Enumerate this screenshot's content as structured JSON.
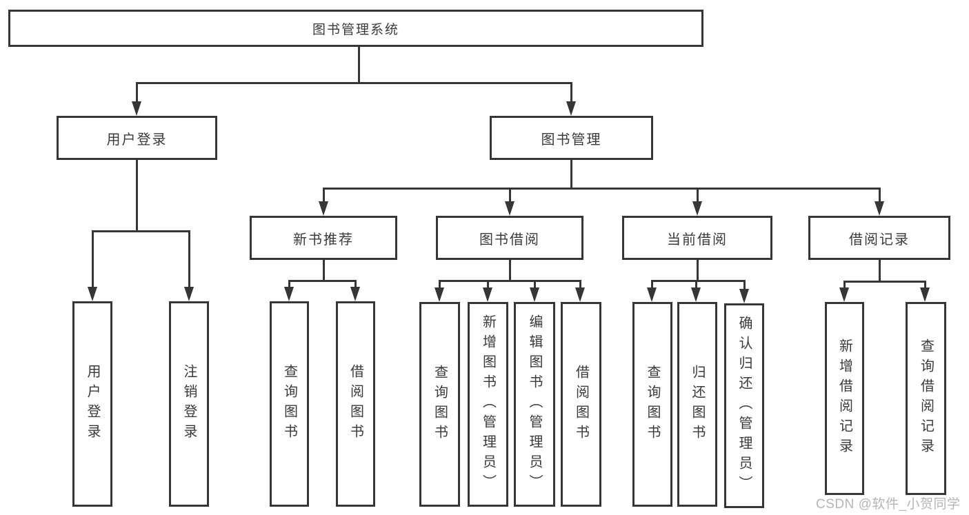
{
  "tree": {
    "label": "图书管理系统",
    "children": [
      {
        "label": "用户登录",
        "children": [
          {
            "label": "用户登录"
          },
          {
            "label": "注销登录"
          }
        ]
      },
      {
        "label": "图书管理",
        "children": [
          {
            "label": "新书推荐",
            "children": [
              {
                "label": "查询图书"
              },
              {
                "label": "借阅图书"
              }
            ]
          },
          {
            "label": "图书借阅",
            "children": [
              {
                "label": "查询图书"
              },
              {
                "label": "新增图书（管理员）"
              },
              {
                "label": "编辑图书（管理员）"
              },
              {
                "label": "借阅图书"
              }
            ]
          },
          {
            "label": "当前借阅",
            "children": [
              {
                "label": "查询图书"
              },
              {
                "label": "归还图书"
              },
              {
                "label": "确认归还（管理员）"
              }
            ]
          },
          {
            "label": "借阅记录",
            "children": [
              {
                "label": "新增借阅记录"
              },
              {
                "label": "查询借阅记录"
              }
            ]
          }
        ]
      }
    ]
  },
  "watermark": "CSDN @软件_小贺同学",
  "colors": {
    "line": "#363636",
    "text": "#3a3a3a",
    "box_fill": "#ffffff",
    "watermark": "#b5b5b5",
    "background": "#ffffff"
  }
}
